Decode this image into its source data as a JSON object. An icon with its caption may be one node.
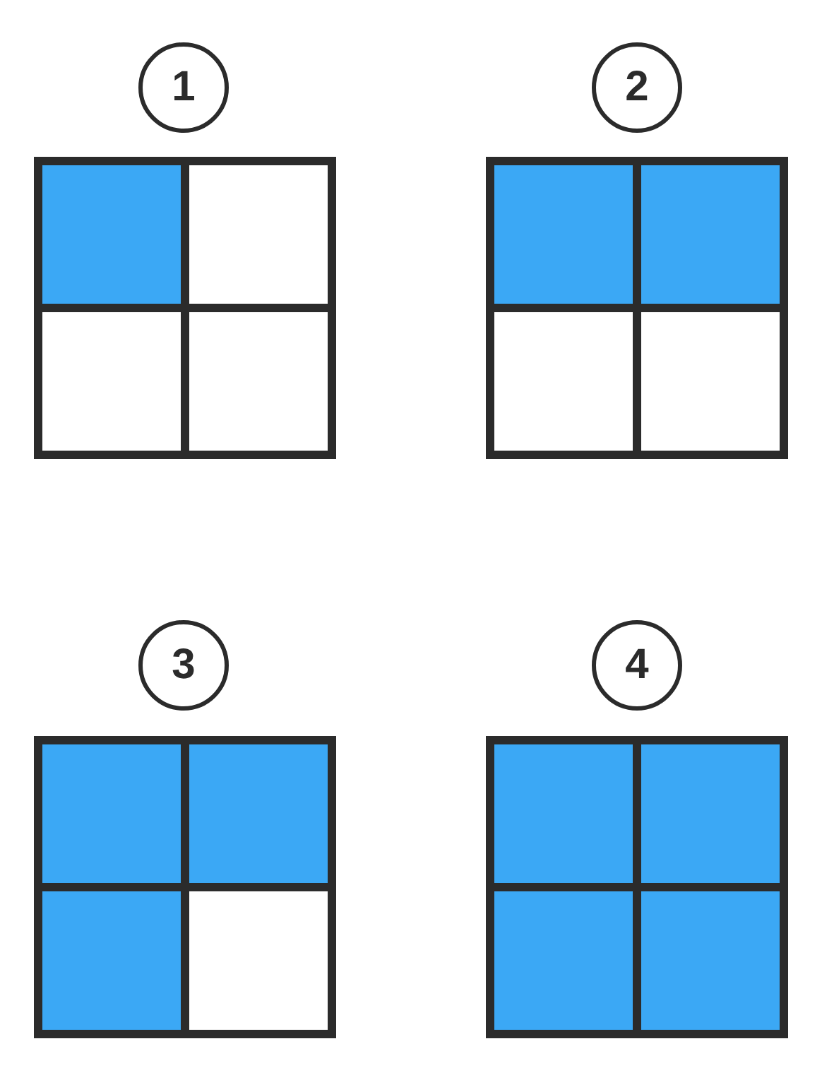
{
  "diagram": {
    "nodes": [
      {
        "text": [
          "1"
        ]
      },
      {
        "text": [
          "2"
        ]
      },
      {
        "text": [
          "3"
        ]
      },
      {
        "text": [
          "4"
        ]
      }
    ]
  }
}
